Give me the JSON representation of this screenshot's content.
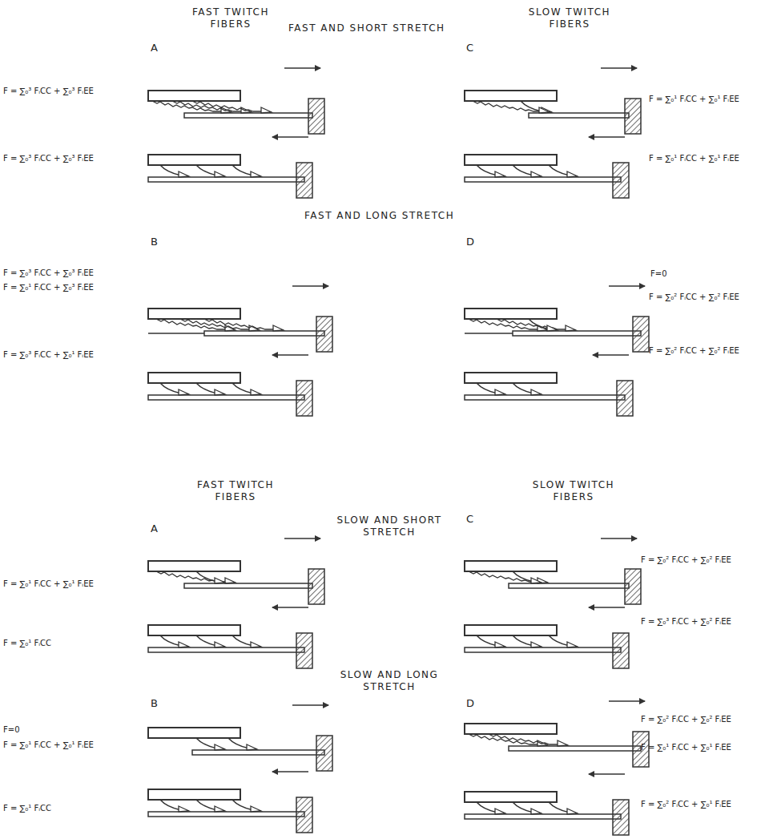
{
  "diagram": {
    "labels": [
      "FAST TWITCH FIBERS",
      "FAST AND SHORT STRETCH",
      "SLOW TWITCH FIBERS",
      "A",
      "C",
      "F = ∑₀³ FᵢCC + ∑₀³ FᵢEE",
      "F = ∑₀³ FᵢCC + ∑₀³ FᵢEE",
      "F = ∑₀¹ FᵢCC + ∑₀¹ FᵢEE",
      "F = ∑₀¹ FᵢCC + ∑₀¹ FᵢEE",
      "FAST AND LONG STRETCH",
      "B",
      "D",
      "F = ∑₀³ FᵢCC + ∑₀³ FᵢEE",
      "F = ∑₀¹ FᵢCC + ∑₀³ FᵢEE",
      "F = ∑₀³ FᵢCC + ∑₀¹ FᵢEE",
      "F=0",
      "F = ∑₀² FᵢCC + ∑₀² FᵢEE",
      "F = ∑₀² FᵢCC + ∑₀² FᵢEE",
      "FAST TWITCH FIBERS",
      "SLOW TWITCH FIBERS",
      "A",
      "SLOW AND SHORT STRETCH",
      "C",
      "F = ∑₀¹ FᵢCC + ∑₀¹ FᵢEE",
      "F = ∑₀¹ FᵢCC",
      "F = ∑₀² FᵢCC + ∑₀² FᵢEE",
      "F = ∑₀³ FᵢCC + ∑₀² FᵢEE",
      "SLOW AND LONG STRETCH",
      "B",
      "D",
      "F=0",
      "F = ∑₀¹ FᵢCC + ∑₀¹ FᵢEE",
      "F = ∑₀¹ FᵢCC",
      "F = ∑₀² FᵢCC + ∑₀² FᵢEE",
      "F = ∑₀¹ FᵢCC + ∑₀¹ FᵢEE",
      "F = ∑₀² FᵢCC + ∑₀¹ FᵢEE"
    ]
  }
}
